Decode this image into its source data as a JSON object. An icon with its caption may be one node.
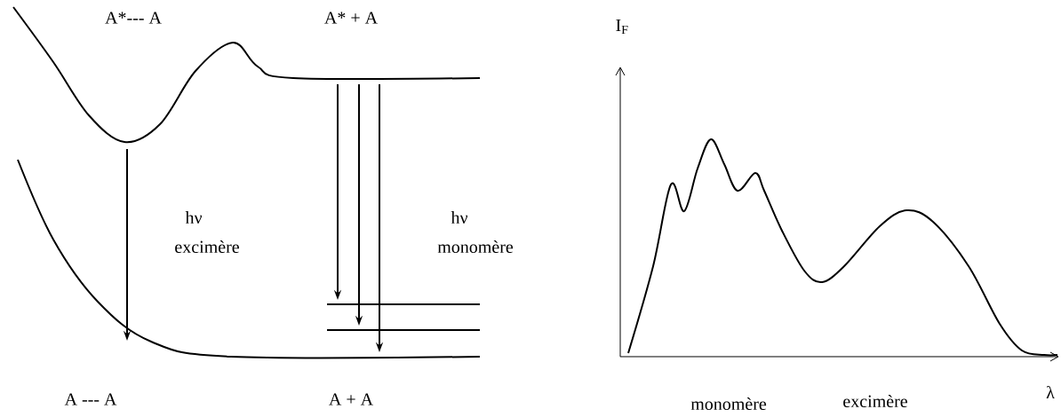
{
  "diagram": {
    "labels": [
      "A*--- A",
      "A* + A",
      "hν",
      "excimère",
      "hν",
      "monomère",
      "A --- A",
      "A + A",
      "I$_{F}$",
      "λ",
      "monomère",
      "excimère"
    ]
  }
}
